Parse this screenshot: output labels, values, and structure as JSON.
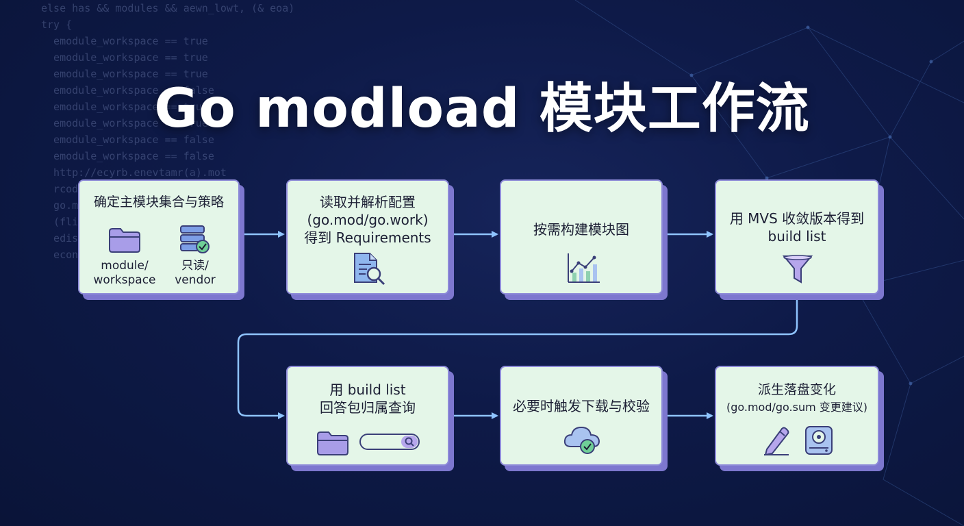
{
  "title": "Go modload 模块工作流",
  "background_code": [
    "else has && modules && aewn_lowt, (& eoa)",
    "try {",
    "  emodule_workspace == true",
    "  emodule_workspace == true",
    "  emodule_workspace == true",
    "  emodule_workspace == false",
    "  emodule_workspace == true",
    "  emodule_workspace == true",
    "  emodule_workspace == false",
    "  emodule_workspace == false",
    "",
    "",
    "",
    "",
    "  http://ecyrb.enevtamr(a).mot",
    "",
    "  rcodole.tettion",
    "",
    "",
    "",
    "  go.moduleHasz <nd.mod)",
    "  (fliteSNasz \"\" +",
    "",
    "",
    "  edistortion () {",
    "",
    "  econnect = buok.(mtsudo"
  ],
  "nodes": {
    "n1": {
      "lines": [
        "确定主模块集合与策略"
      ],
      "sub1": [
        "module/",
        "workspace"
      ],
      "sub2": [
        "只读/",
        "vendor"
      ],
      "icons": [
        "folder-icon",
        "server-check-icon"
      ]
    },
    "n2": {
      "lines": [
        "读取并解析配置",
        "(go.mod/go.work)",
        "得到 Requirements"
      ],
      "icons": [
        "document-search-icon"
      ]
    },
    "n3": {
      "lines": [
        "按需构建模块图"
      ],
      "icons": [
        "graph-chart-icon"
      ]
    },
    "n4": {
      "lines": [
        "用 MVS 收敛版本得到",
        "build list"
      ],
      "icons": [
        "funnel-icon"
      ]
    },
    "n5": {
      "lines": [
        "用 build list",
        "回答包归属查询"
      ],
      "icons": [
        "folder-icon",
        "search-bar-icon"
      ]
    },
    "n6": {
      "lines": [
        "必要时触发下载与校验"
      ],
      "icons": [
        "cloud-check-icon"
      ]
    },
    "n7": {
      "lines": [
        "派生落盘变化",
        "(go.mod/go.sum 变更建议)"
      ],
      "icons": [
        "pencil-icon",
        "disk-icon"
      ]
    }
  },
  "colors": {
    "node_fill": "#e4f6e8",
    "node_border": "#8d8ad8",
    "node_shadow": "#7d77cf",
    "arrow": "#8fc4ff",
    "icon_purple": "#8f86e0",
    "icon_blue": "#5a8fd6",
    "icon_green": "#4fb27a",
    "background": "#0e1a48"
  }
}
